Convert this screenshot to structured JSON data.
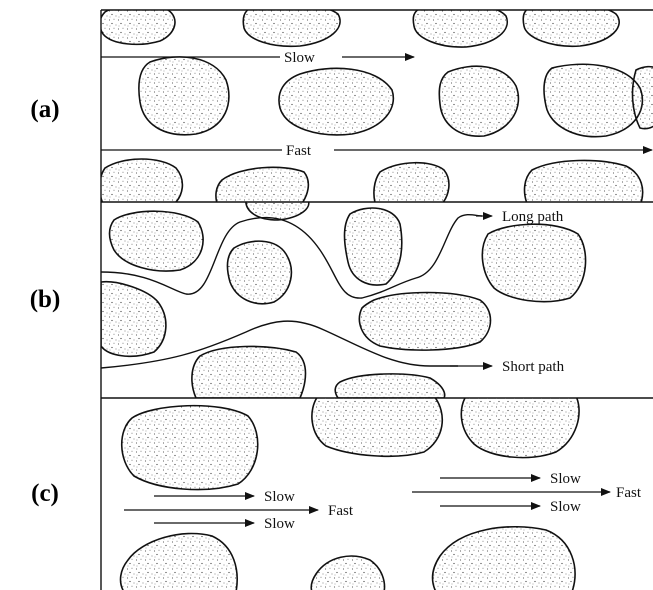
{
  "panels": [
    {
      "label": "(a)",
      "arrows": [
        "Slow",
        "Fast"
      ]
    },
    {
      "label": "(b)",
      "arrows": [
        "Long path",
        "Short path"
      ]
    },
    {
      "label": "(c)",
      "arrows": [
        "Slow",
        "Fast",
        "Slow",
        "Slow",
        "Fast",
        "Slow"
      ]
    }
  ],
  "colors": {
    "ink": "#111111",
    "grain_fill": "#ffffff",
    "background": "#ffffff"
  }
}
